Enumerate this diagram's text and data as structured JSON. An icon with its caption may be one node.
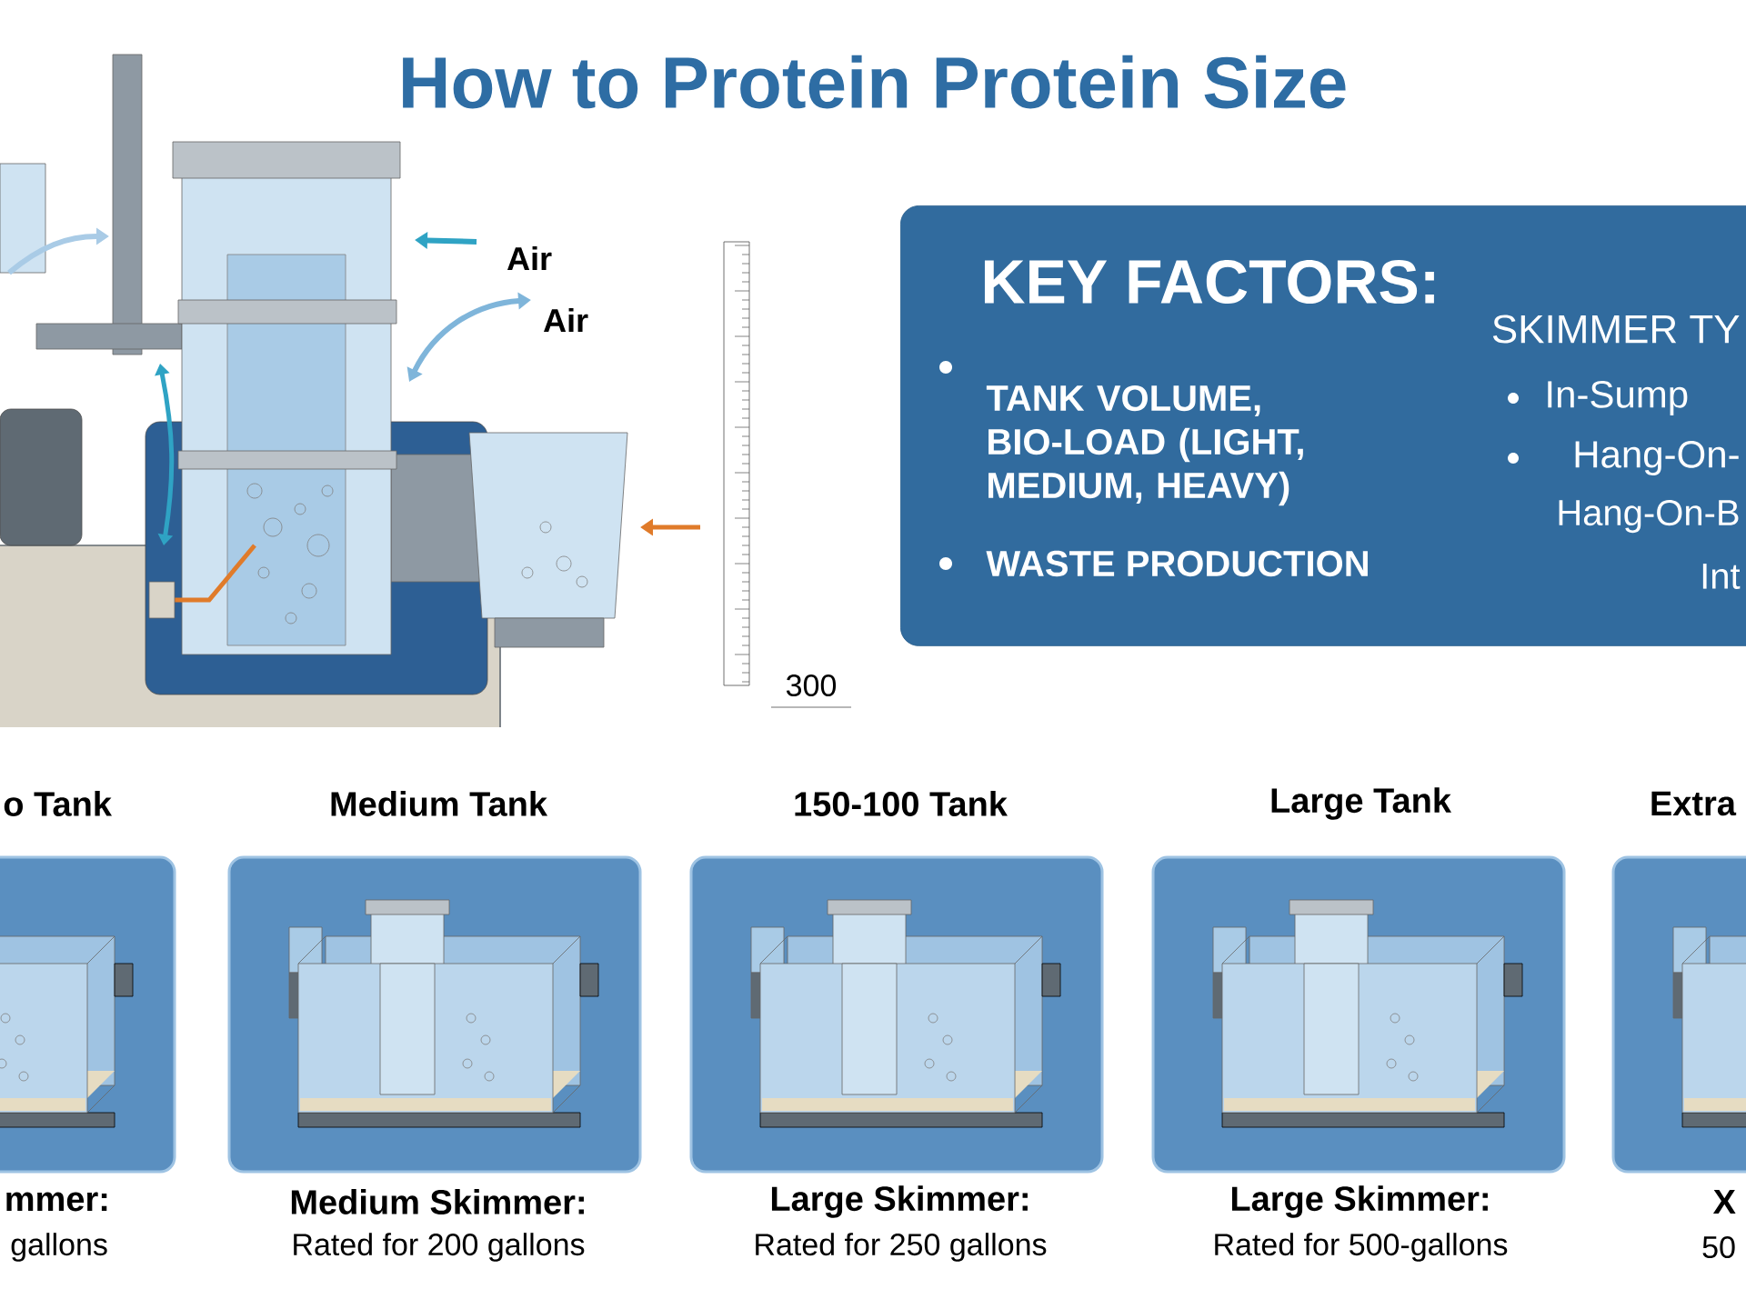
{
  "diagram": {
    "title": "How to Protein Protein Size",
    "nodes": [
      {
        "text": [
          "KEY FACTORS:",
          "TANK VOLUME, BIO-LOAD (LIGHT, MEDIUM, HEAVY)",
          "WASTE PRODUCTION",
          "SKIMMER TY",
          "In-Sump",
          "Hang-On-",
          "Hang-On-B",
          "Int"
        ]
      },
      {
        "text": [
          "o Tank",
          "mmer:",
          "gallons"
        ]
      },
      {
        "text": [
          "Medium Tank",
          "Medium Skimmer:",
          "Rated for 200 gallons"
        ]
      },
      {
        "text": [
          "150-100 Tank",
          "Large Skimmer:",
          "Rated for 250 gallons"
        ]
      },
      {
        "text": [
          "Large Tank",
          "Large Skimmer:",
          "Rated for 500-gallons"
        ]
      },
      {
        "text": [
          "Extra",
          "X",
          "50"
        ]
      }
    ],
    "labels": [
      "Air",
      "Air",
      "300"
    ]
  }
}
